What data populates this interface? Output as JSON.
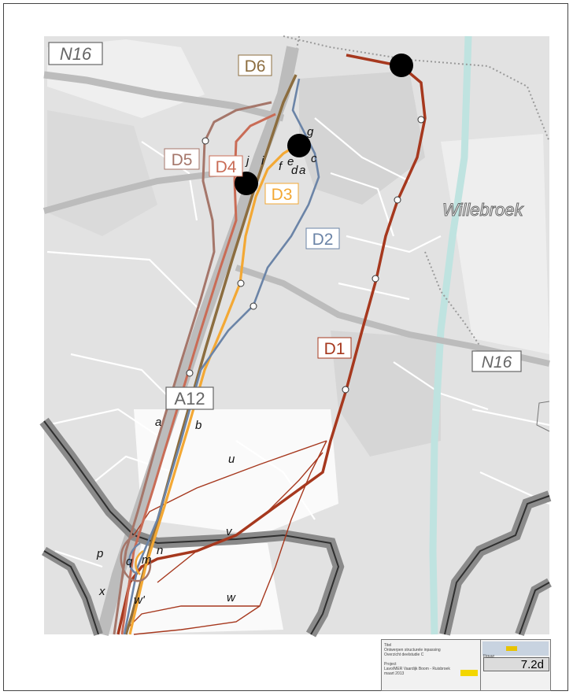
{
  "map": {
    "roads": {
      "north_road": "N16",
      "east_road": "N16",
      "motorway": "A12"
    },
    "town": "Willebroek",
    "route_labels": [
      "D6",
      "D5",
      "D4",
      "D3",
      "D2",
      "D1"
    ],
    "point_labels": {
      "g": "g",
      "c": "c",
      "d": "d",
      "a_top": "a",
      "e": "e",
      "f": "f",
      "j": "j",
      "i": "i",
      "a": "a",
      "b": "b",
      "u": "u",
      "v": "v",
      "w": "w",
      "w_prime": "w'",
      "p": "p",
      "q": "q",
      "m": "m",
      "n": "n",
      "x": "x"
    },
    "colors": {
      "D1": "#a6381e",
      "D2": "#6b84a7",
      "D3": "#f3a834",
      "D4": "#c96c56",
      "D5": "#a5766a",
      "D6": "#8c6d3f",
      "canal": "#bfe3e0",
      "waterway": "#3a3a3a",
      "background": "#e2e2e2"
    }
  },
  "titleblock": {
    "title": "Titel",
    "subtitle_1": "Ontwerpen structurele inpassing",
    "subtitle_2": "Overzicht deelstudie C",
    "project_label": "Project",
    "project": "Lavo/MER Vaardijk Boom - Ruisbroek",
    "date": "maart 2013",
    "figure_label": "Figuur",
    "figure_number": "7.2d"
  }
}
